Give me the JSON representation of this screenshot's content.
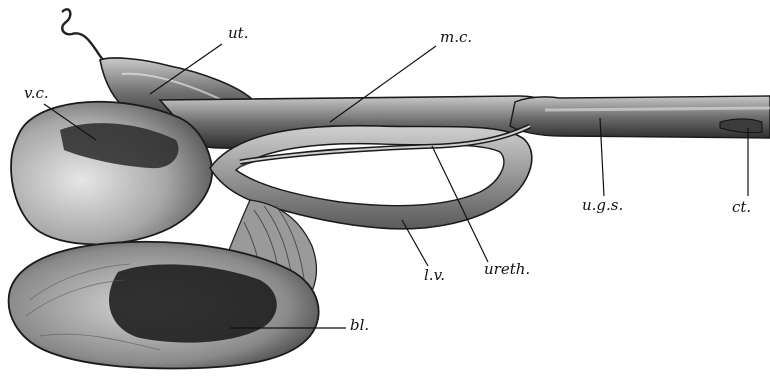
{
  "figure": {
    "background": "#ffffff",
    "ink": "#111111",
    "labels": {
      "ut": "ut.",
      "mc": "m.c.",
      "vc": "v.c.",
      "ugs": "u.g.s.",
      "ct": "ct.",
      "lv": "l.v.",
      "ureth": "ureth.",
      "bl": "bl."
    }
  }
}
